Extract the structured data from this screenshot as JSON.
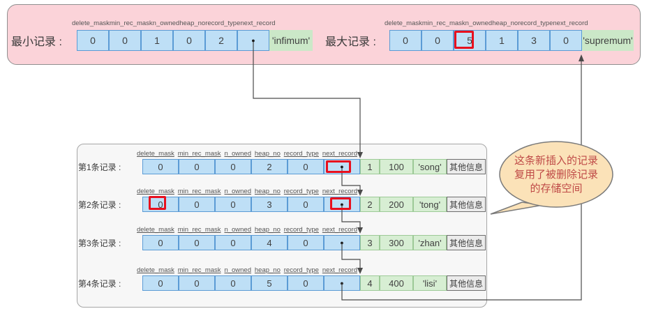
{
  "colors": {
    "pink_bg": "#fbd3d9",
    "blue_cell_fill": "#bedff6",
    "blue_cell_border": "#5b9bd5",
    "green_cell_fill": "#cbe8c8",
    "gray_cell_fill": "#ebebeb",
    "panel_fill": "#f7f7f7",
    "highlight_red": "#e8101e",
    "arrow": "#4a4a4a",
    "bubble_fill": "#fbe2b8",
    "bubble_text": "#bf4a47"
  },
  "field_headers": [
    "delete_mask",
    "min_rec_mask",
    "n_owned",
    "heap_no",
    "record_type",
    "next_record"
  ],
  "min_record": {
    "label": "最小记录 :",
    "cells": [
      "0",
      "0",
      "1",
      "0",
      "2",
      "●"
    ],
    "tail": "'infimum'"
  },
  "max_record": {
    "label": "最大记录 :",
    "cells": [
      "0",
      "0",
      "5",
      "1",
      "3",
      "0"
    ],
    "tail": "'supremum'",
    "highlighted_field": "n_owned"
  },
  "records": [
    {
      "label": "第1条记录 :",
      "cells": [
        "0",
        "0",
        "0",
        "2",
        "0",
        "●"
      ],
      "extras": [
        "1",
        "100",
        "'song'",
        "其他信息"
      ],
      "highlighted_fields": [
        "next_record"
      ]
    },
    {
      "label": "第2条记录 :",
      "cells": [
        "0",
        "0",
        "0",
        "3",
        "0",
        "●"
      ],
      "extras": [
        "2",
        "200",
        "'tong'",
        "其他信息"
      ],
      "highlighted_fields": [
        "delete_mask",
        "next_record"
      ]
    },
    {
      "label": "第3条记录 :",
      "cells": [
        "0",
        "0",
        "0",
        "4",
        "0",
        "●"
      ],
      "extras": [
        "3",
        "300",
        "'zhan'",
        "其他信息"
      ],
      "highlighted_fields": []
    },
    {
      "label": "第4条记录 :",
      "cells": [
        "0",
        "0",
        "0",
        "5",
        "0",
        "●"
      ],
      "extras": [
        "4",
        "400",
        "'lisi'",
        "其他信息"
      ],
      "highlighted_fields": []
    }
  ],
  "bubble": {
    "line1": "这条新插入的记录",
    "line2": "复用了被删除记录",
    "line3": "的存储空间"
  }
}
